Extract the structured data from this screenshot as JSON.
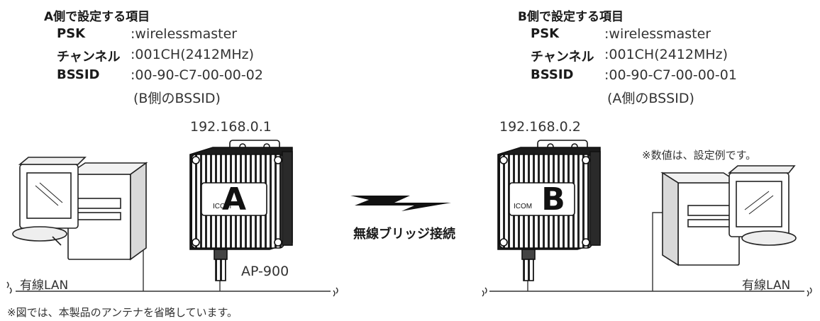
{
  "left": {
    "heading": "A側で設定する項目",
    "rows": [
      {
        "key": "PSK",
        "value": ":wirelessmaster"
      },
      {
        "key": "チャンネル",
        "value": ":001CH(2412MHz)"
      },
      {
        "key": "BSSID",
        "value": ":00-90-C7-00-00-02"
      }
    ],
    "note": "(B側のBSSID)",
    "ip": "192.168.0.1",
    "device_letter": "A",
    "brand": "ICOM",
    "model": "AP-900",
    "lan_label": "有線LAN"
  },
  "right": {
    "heading": "B側で設定する項目",
    "rows": [
      {
        "key": "PSK",
        "value": ":wirelessmaster"
      },
      {
        "key": "チャンネル",
        "value": ":001CH(2412MHz)"
      },
      {
        "key": "BSSID",
        "value": ":00-90-C7-00-00-01"
      }
    ],
    "note": "(A側のBSSID)",
    "ip": "192.168.0.2",
    "device_letter": "B",
    "brand": "ICOM",
    "lan_label": "有線LAN",
    "example_note": "※数値は、設定例です。"
  },
  "bridge_label": "無線ブリッジ接続",
  "footnote": "※図では、本製品のアンテナを省略しています。"
}
